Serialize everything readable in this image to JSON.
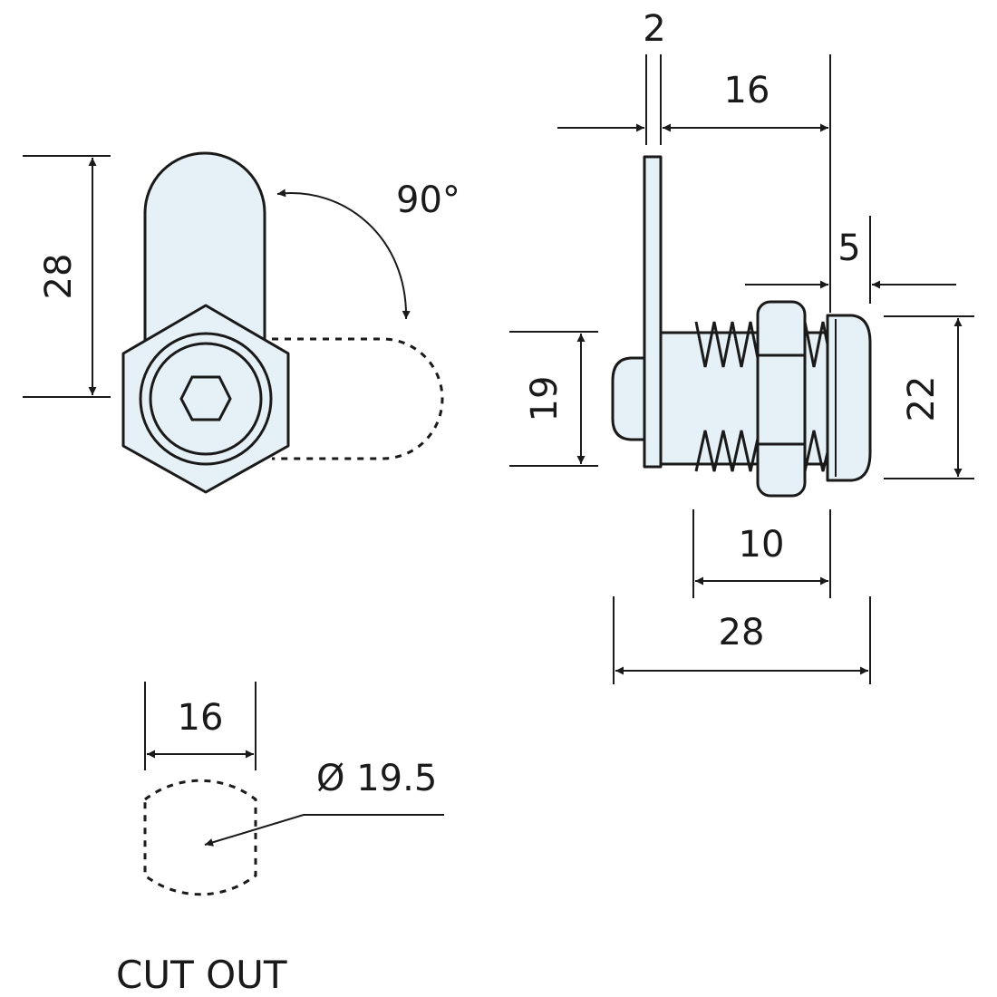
{
  "diagram": {
    "front_view": {
      "height_label": "28",
      "angle_label": "90°"
    },
    "side_view": {
      "plate_label": "2",
      "cam_length_label": "16",
      "head_label": "5",
      "cam_height_label": "19",
      "head_diameter_label": "22",
      "nut_label": "10",
      "overall_label": "28"
    },
    "cutout": {
      "width_label": "16",
      "diameter_label": "Ø 19.5",
      "caption": "CUT OUT"
    },
    "colors": {
      "part_fill": "#e6f1f7",
      "line": "#1a1a1a"
    }
  }
}
